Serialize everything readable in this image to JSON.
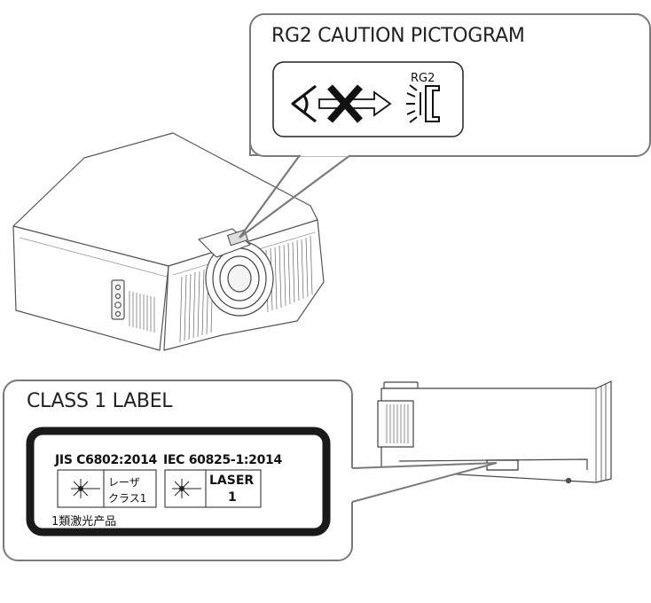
{
  "rg2_callout": {
    "title": "RG2 CAUTION PICTOGRAM",
    "pictogram_tag": "RG2"
  },
  "class1_callout": {
    "title": "CLASS 1 LABEL",
    "label": {
      "standard_jis": "JIS C6802:2014",
      "standard_iec": "IEC 60825-1:2014",
      "jp_class_line1": "レーザ",
      "jp_class_line2": "クラス1",
      "en_class_line1": "LASER",
      "en_class_line2": "1",
      "jp_product": "1類激光产品"
    }
  },
  "colors": {
    "line": "#555555",
    "callout_border": "#7a7a7a",
    "label_frame": "#1a1a1a"
  }
}
